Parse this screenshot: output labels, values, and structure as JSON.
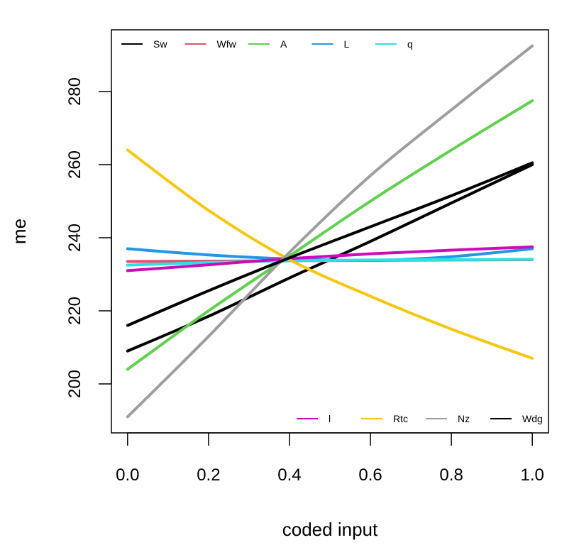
{
  "chart_data": {
    "type": "line",
    "title": "",
    "xlabel": "coded input",
    "ylabel": "me",
    "xlim": [
      -0.04,
      1.04
    ],
    "ylim": [
      186.6,
      296.9
    ],
    "xticks": [
      0.0,
      0.2,
      0.4,
      0.6,
      0.8,
      1.0
    ],
    "xtick_labels": [
      "0.0",
      "0.2",
      "0.4",
      "0.6",
      "0.8",
      "1.0"
    ],
    "yticks": [
      200,
      220,
      240,
      260,
      280
    ],
    "ytick_labels": [
      "200",
      "220",
      "240",
      "260",
      "280"
    ],
    "grid": false,
    "x": [
      0.0,
      0.2,
      0.4,
      0.6,
      0.8,
      1.0
    ],
    "series": [
      {
        "name": "Sw",
        "color": "#000000",
        "values": [
          209,
          218.5,
          229,
          239,
          249.5,
          260
        ]
      },
      {
        "name": "Wfw",
        "color": "#DF536B",
        "values": [
          233.5,
          233.6,
          233.7,
          233.8,
          233.9,
          234
        ]
      },
      {
        "name": "A",
        "color": "#61D04F",
        "values": [
          204,
          220,
          235,
          250,
          264,
          277.5
        ]
      },
      {
        "name": "L",
        "color": "#2297E6",
        "values": [
          237,
          235.3,
          234.2,
          233.8,
          234.8,
          237
        ]
      },
      {
        "name": "q",
        "color": "#28E2E5",
        "values": [
          232.5,
          233.2,
          233.7,
          233.9,
          234,
          234.1
        ]
      },
      {
        "name": "l",
        "color": "#CD0BBC",
        "values": [
          231,
          232.6,
          234.3,
          235.6,
          236.6,
          237.5
        ]
      },
      {
        "name": "Rtc",
        "color": "#F5C710",
        "values": [
          264,
          247.5,
          234,
          224,
          215,
          207
        ]
      },
      {
        "name": "Nz",
        "color": "#9E9E9E",
        "values": [
          191,
          213,
          236,
          257,
          275,
          292.5
        ]
      },
      {
        "name": "Wdg",
        "color": "#000000",
        "values": [
          216,
          225.5,
          234.5,
          243,
          251.5,
          260.5
        ]
      }
    ],
    "legends": [
      {
        "position": "top",
        "entries": [
          "Sw",
          "Wfw",
          "A",
          "L",
          "q"
        ]
      },
      {
        "position": "bottom-right",
        "entries": [
          "l",
          "Rtc",
          "Nz",
          "Wdg"
        ]
      }
    ]
  }
}
